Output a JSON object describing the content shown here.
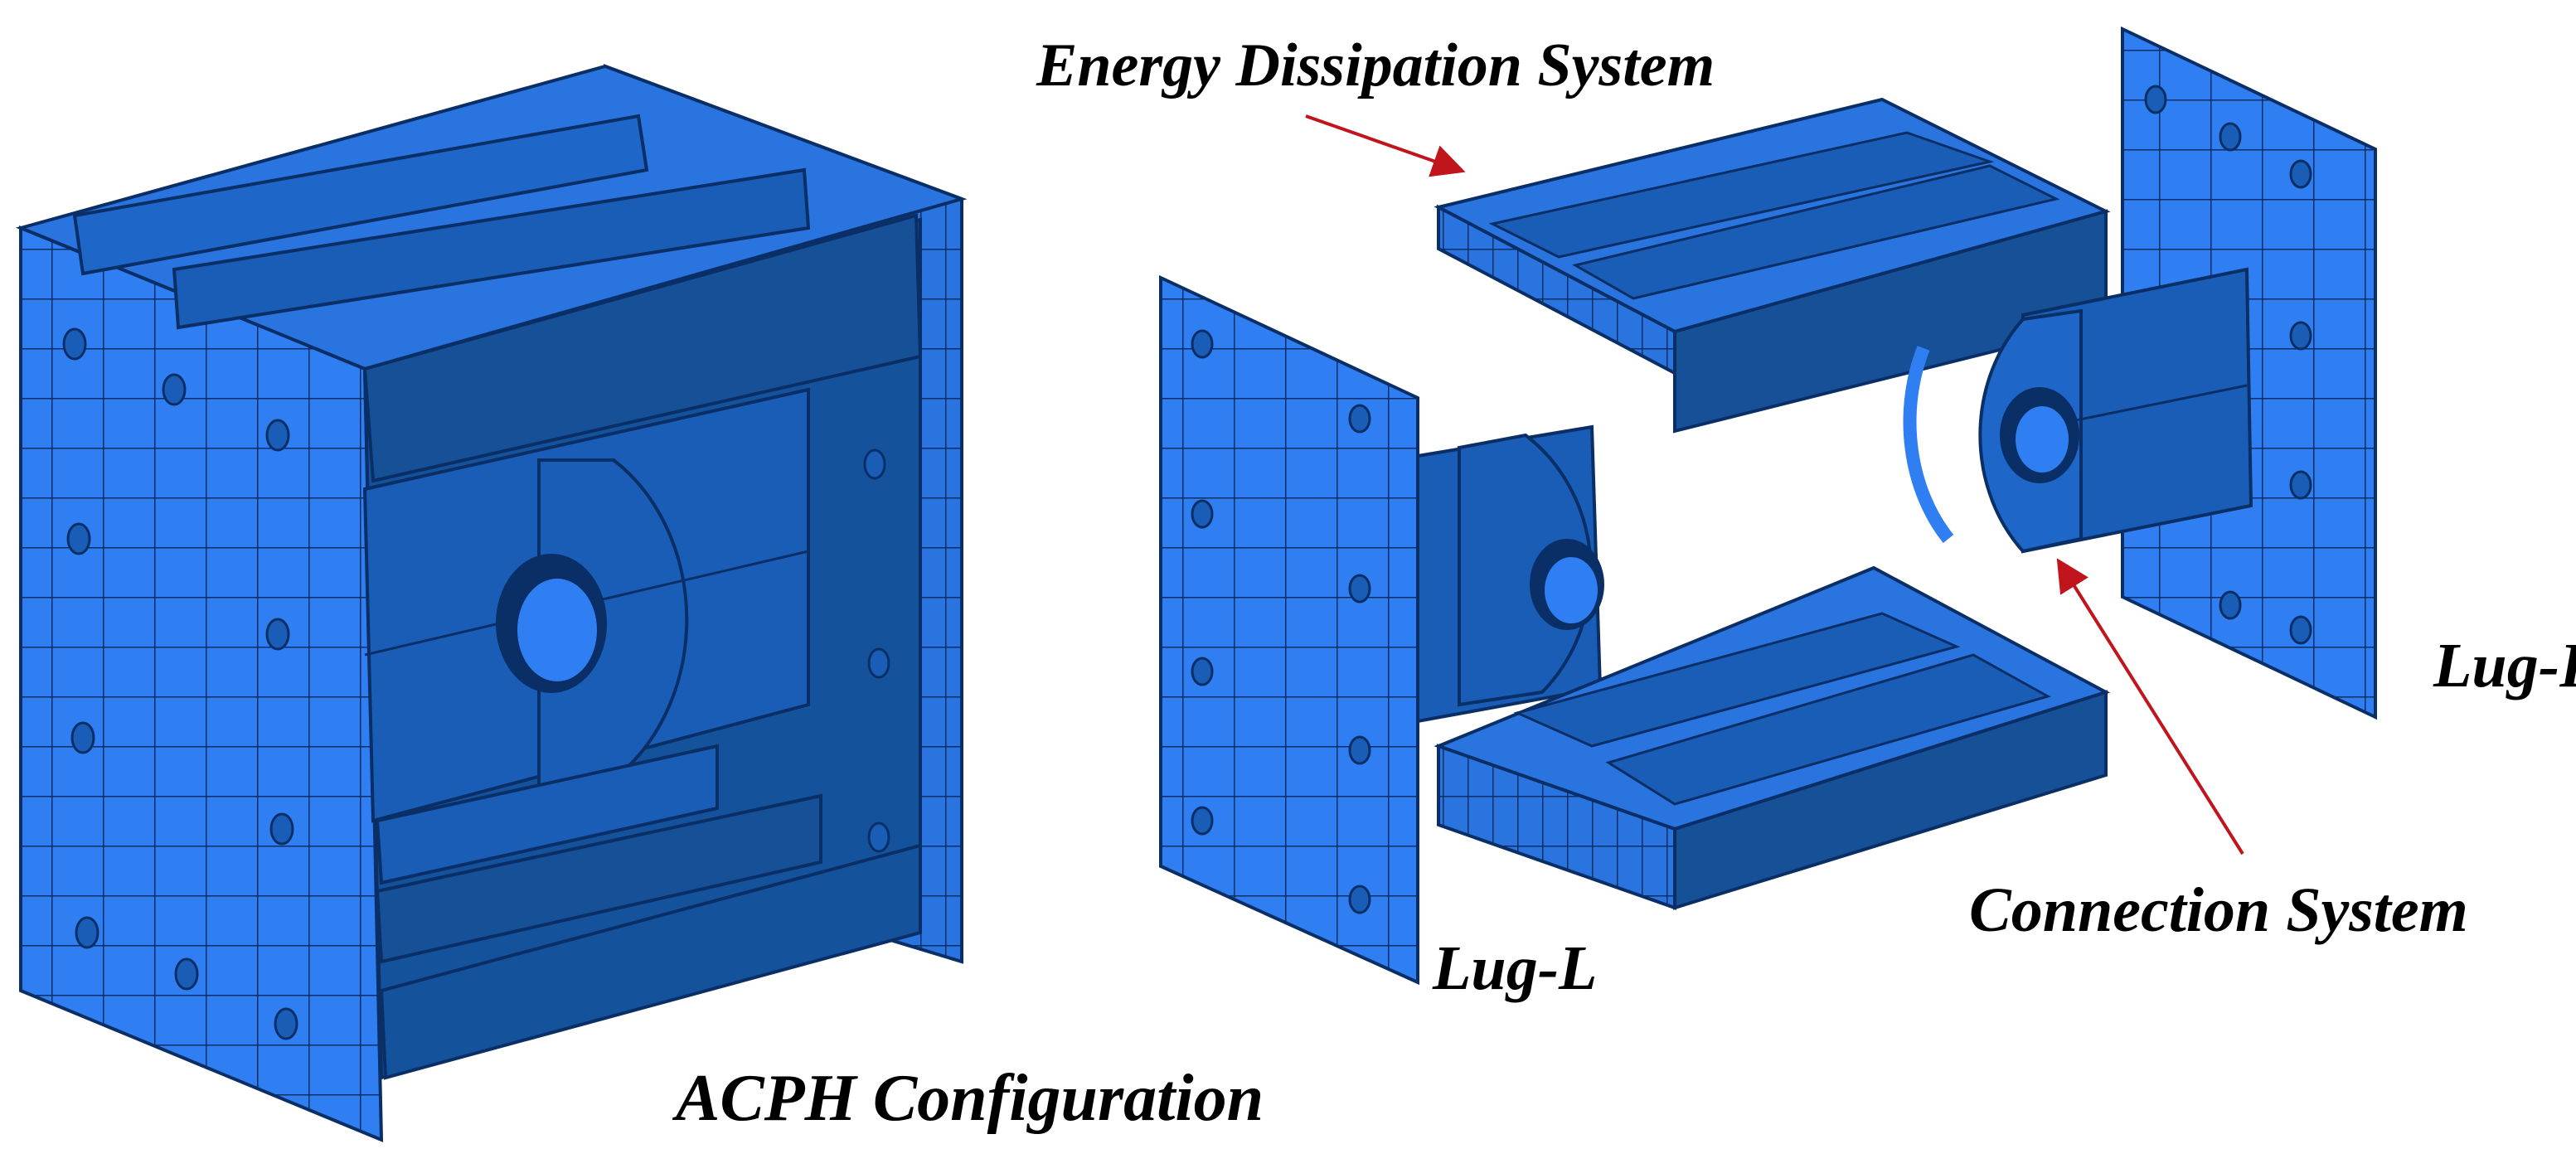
{
  "labels": {
    "energy_dissipation_system": "Energy Dissipation System",
    "acph_configuration": "ACPH Configuration",
    "lug_l": "Lug-L",
    "lug_r": "Lug-R",
    "connection_system": "Connection System"
  },
  "colors": {
    "steel_light": "#2f7ff2",
    "steel_mid": "#1e66c8",
    "steel_dark": "#14539c",
    "mesh_line": "#0a2e66",
    "arrow": "#c0151c"
  }
}
